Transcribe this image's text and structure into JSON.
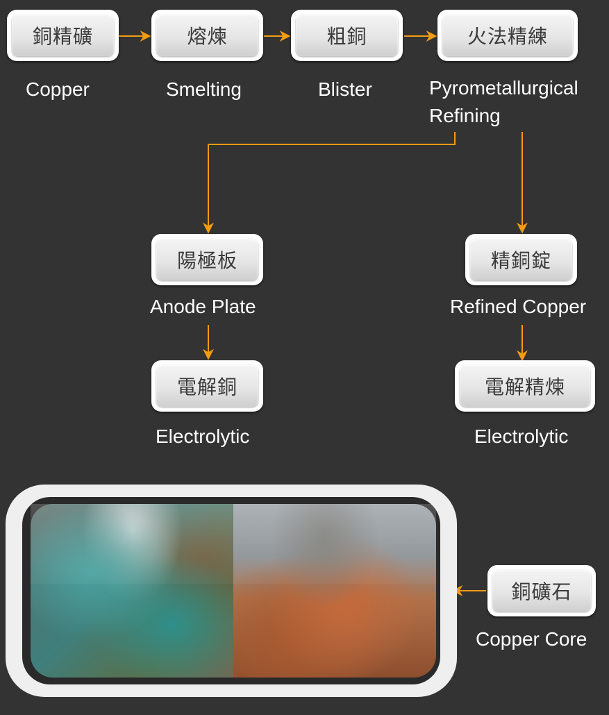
{
  "nodes": {
    "concentrate": {
      "zh": "銅精礦",
      "en": "Copper"
    },
    "smelting": {
      "zh": "熔煉",
      "en": "Smelting"
    },
    "blister": {
      "zh": "粗銅",
      "en": "Blister"
    },
    "pyro": {
      "zh": "火法精練",
      "en": "Pyrometallurgical\nRefining"
    },
    "anode": {
      "zh": "陽極板",
      "en": "Anode Plate"
    },
    "refined": {
      "zh": "精銅錠",
      "en": "Refined Copper"
    },
    "electro_copper": {
      "zh": "電解銅",
      "en": "Electrolytic"
    },
    "electro_refining": {
      "zh": "電解精煉",
      "en": "Electrolytic"
    },
    "ore": {
      "zh": "銅礦石",
      "en": "Copper Core"
    }
  },
  "colors": {
    "background": "#333333",
    "arrow": "#f39c12",
    "box": "#ffffff",
    "text_light": "#ffffff"
  }
}
